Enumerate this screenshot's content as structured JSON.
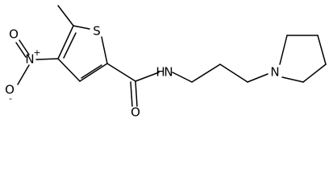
{
  "molecule": {
    "atoms": {
      "sulfur": "S",
      "nitro_nitrogen": "N",
      "nitro_charge_plus": "+",
      "nitro_oxygen_top": "O",
      "nitro_oxygen_left": "O",
      "nitro_charge_minus": "-",
      "carbonyl_oxygen": "O",
      "amide_nitrogen": "N",
      "amide_hydrogen": "H",
      "pyrrolidine_nitrogen": "N"
    }
  }
}
